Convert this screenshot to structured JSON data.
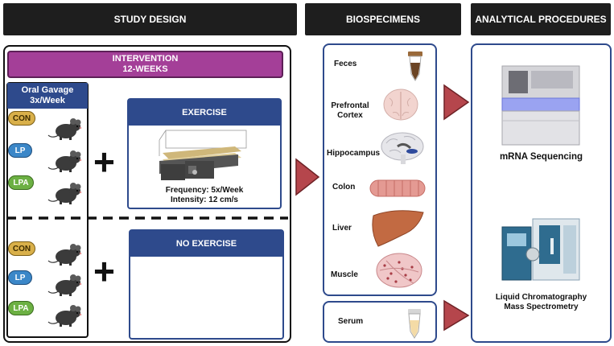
{
  "headers": {
    "study_design": "STUDY DESIGN",
    "biospecimens": "BIOSPECIMENS",
    "analytical": "ANALYTICAL PROCEDURES"
  },
  "intervention": {
    "line1": "INTERVENTION",
    "line2": "12-WEEKS"
  },
  "gavage": {
    "line1": "Oral Gavage",
    "line2": "3x/Week"
  },
  "groups_top": [
    "CON",
    "LP",
    "LPA"
  ],
  "groups_bottom": [
    "CON",
    "LP",
    "LPA"
  ],
  "plus": "+",
  "exercise": {
    "title": "EXERCISE",
    "frequency": "Frequency: 5x/Week",
    "intensity": "Intensity: 12 cm/s"
  },
  "no_exercise": {
    "title": "NO EXERCISE"
  },
  "biospecimens": [
    "Feces",
    "Prefrontal Cortex",
    "Hippocampus",
    "Colon",
    "Liver",
    "Muscle"
  ],
  "serum": "Serum",
  "analytical": {
    "mrna": "mRNA Sequencing",
    "lc_line1": "Liquid Chromatography",
    "lc_line2": "Mass Spectrometry"
  },
  "colors": {
    "header_bg": "#1e1e1e",
    "intervention": "#a43f98",
    "navy": "#2e4a8c",
    "arrow": "#b5464c",
    "con": "#d9b04a",
    "lp": "#3b87c8",
    "lpa": "#6cb043"
  }
}
